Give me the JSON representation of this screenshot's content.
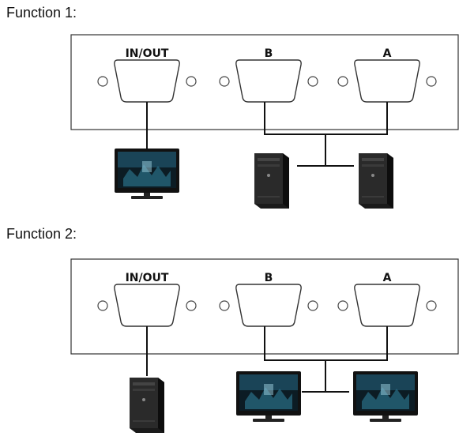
{
  "functions": [
    {
      "title": "Function 1:",
      "ports": [
        "IN/OUT",
        "B",
        "A"
      ]
    },
    {
      "title": "Function 2:",
      "ports": [
        "IN/OUT",
        "B",
        "A"
      ]
    }
  ],
  "colors": {
    "line": "#111111",
    "panel_border": "#333333",
    "device_body": "#1a1a1a",
    "screen_glow": "#2a6f8a"
  },
  "icons": [
    "monitor-icon",
    "computer-tower-icon",
    "vga-port-icon"
  ]
}
